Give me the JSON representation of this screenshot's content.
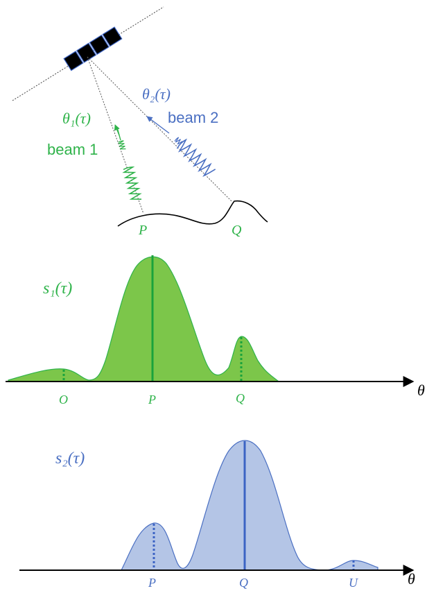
{
  "colors": {
    "green": "#2fb34a",
    "green_fill": "#7cc64a",
    "green_line": "#1aa33c",
    "blue": "#4a6fc2",
    "blue_fill": "#b4c5e6",
    "blue_line": "#3b63c4",
    "black": "#000000",
    "gray_dotted": "#666666"
  },
  "top": {
    "beam1_label": "beam 1",
    "beam2_label": "beam 2",
    "theta1_label": "θ₁(τ)",
    "theta2_label": "θ₂(τ)",
    "point_p": "P",
    "point_q": "Q"
  },
  "signal1": {
    "label": "s₁(τ)",
    "axis_label": "θ",
    "ticks": [
      "O",
      "P",
      "Q"
    ]
  },
  "signal2": {
    "label": "s₂(τ)",
    "axis_label": "θ",
    "ticks": [
      "P",
      "Q",
      "U"
    ]
  },
  "icons": {
    "satellite": "satellite-array-icon",
    "wave": "wave-packet-icon"
  }
}
